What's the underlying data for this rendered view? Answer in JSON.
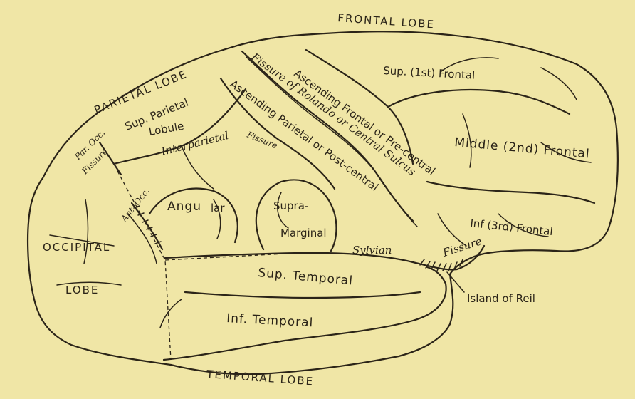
{
  "labels": {
    "frontal_lobe": "FRONTAL LOBE",
    "parietal_lobe": "PARIETAL LOBE",
    "occipital": "OCCIPITAL",
    "occipital_lobe": "LOBE",
    "temporal_lobe": "TEMPORAL LOBE",
    "sup_frontal": "Sup. (1st) Frontal",
    "middle_frontal": "Middle (2nd) Frontal",
    "inf_frontal": "Inf (3rd) Frontal",
    "ascending_frontal": "Ascending Frontal or Pre-central",
    "ascending_parietal": "Ascending Parietal or Post-central",
    "fissure_rolando": "Fissure of Rolando or Central Sulcus",
    "sup_parietal": "Sup. Parietal",
    "lobule": "Lobule",
    "interparietal": "Interparietal",
    "fissure_small": "Fissure",
    "par_occ": "Par. Occ.",
    "fissure_po": "Fissure",
    "angular_a": "Angu",
    "angular_b": "lar",
    "supramarginal_a": "Supra-",
    "supramarginal_b": "Marginal",
    "sylvian": "Sylvian",
    "sylvian_fissure": "Fissure",
    "sup_temporal": "Sup. Temporal",
    "inf_temporal": "Inf. Temporal",
    "island_of_reil": "Island of Reil",
    "ant_occ": "Ant. Occ."
  },
  "colors": {
    "paper": "#f0e6a6",
    "ink": "#2b2418"
  }
}
